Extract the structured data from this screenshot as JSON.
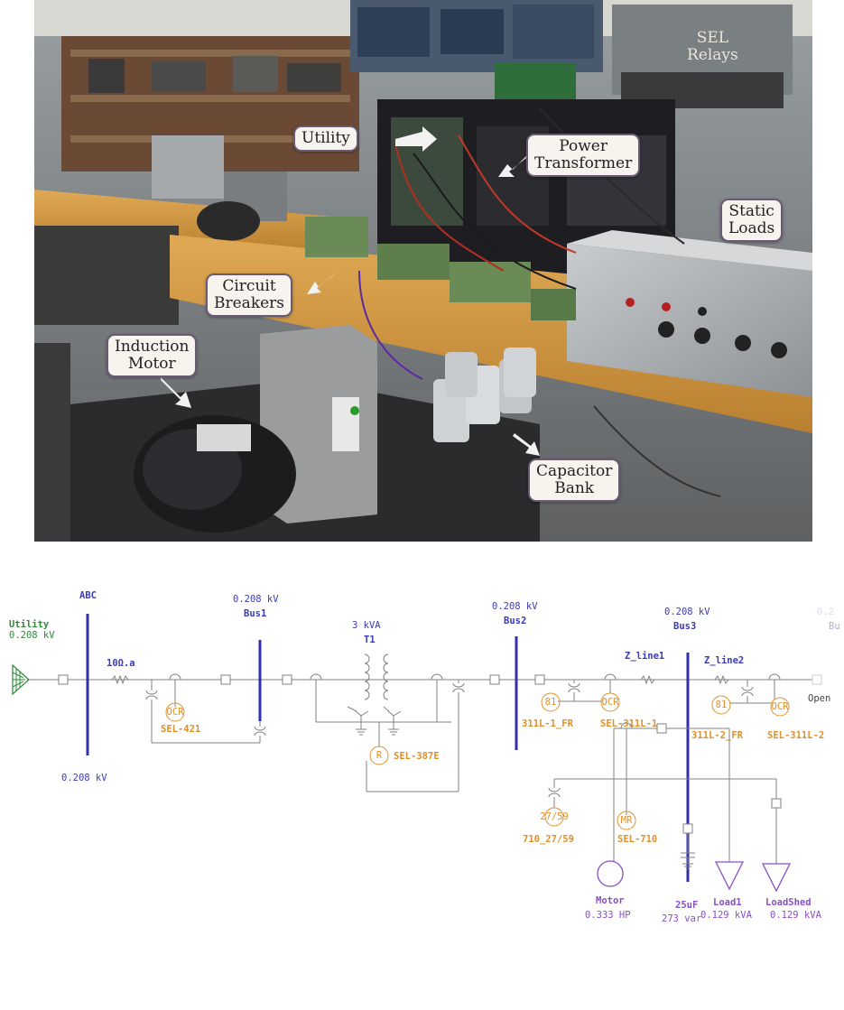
{
  "photo": {
    "callouts": [
      {
        "id": "sel-relays",
        "text": "SEL\nRelays"
      },
      {
        "id": "utility",
        "text": "Utility"
      },
      {
        "id": "power-transformer",
        "text": "Power\nTransformer"
      },
      {
        "id": "static-loads",
        "text": "Static\nLoads"
      },
      {
        "id": "circuit-breakers",
        "text": "Circuit\nBreakers"
      },
      {
        "id": "induction-motor",
        "text": "Induction\nMotor"
      },
      {
        "id": "capacitor-bank",
        "text": "Capacitor\nBank"
      }
    ]
  },
  "diagram": {
    "utility": {
      "name": "Utility",
      "voltage": "0.208 kV"
    },
    "buses": {
      "abc": {
        "name": "ABC",
        "voltage": "0.208 kV"
      },
      "bus1": {
        "name": "Bus1",
        "voltage": "0.208 kV"
      },
      "bus2": {
        "name": "Bus2",
        "voltage": "0.208 kV"
      },
      "bus3": {
        "name": "Bus3",
        "voltage": "0.208 kV"
      },
      "bus4_partial": {
        "name": "Bu",
        "voltage": "0.2"
      }
    },
    "impedance": "10Ω.a",
    "transformer": {
      "name": "T1",
      "rating": "3 kVA"
    },
    "lines": {
      "z1": "Z_line1",
      "z2": "Z_line2"
    },
    "open_label": "Open",
    "relays": {
      "ocr": "OCR",
      "r": "R",
      "f81": "81",
      "f2759": "27/59",
      "mr": "MR"
    },
    "relay_labels": {
      "sel421": "SEL-421",
      "sel387e": "SEL-387E",
      "fr1": "311L-1_FR",
      "sel311l1": "SEL-311L-1",
      "fr2": "311L-2_FR",
      "sel311l2": "SEL-311L-2",
      "r710_2759": "710_27/59",
      "sel710": "SEL-710"
    },
    "loads": {
      "motor": {
        "name": "Motor",
        "rating": "0.333 HP"
      },
      "cap": {
        "name": "25uF",
        "rating": "273 var"
      },
      "load1": {
        "name": "Load1",
        "rating": "0.129 kVA"
      },
      "loadshed": {
        "name": "LoadShed",
        "rating": "0.129 kVA"
      }
    },
    "colors": {
      "bus": "#2f2fb0",
      "relay": "#e0902a",
      "utility": "#2f8a3a",
      "load": "#8a4fc8",
      "wire": "#808080"
    }
  }
}
